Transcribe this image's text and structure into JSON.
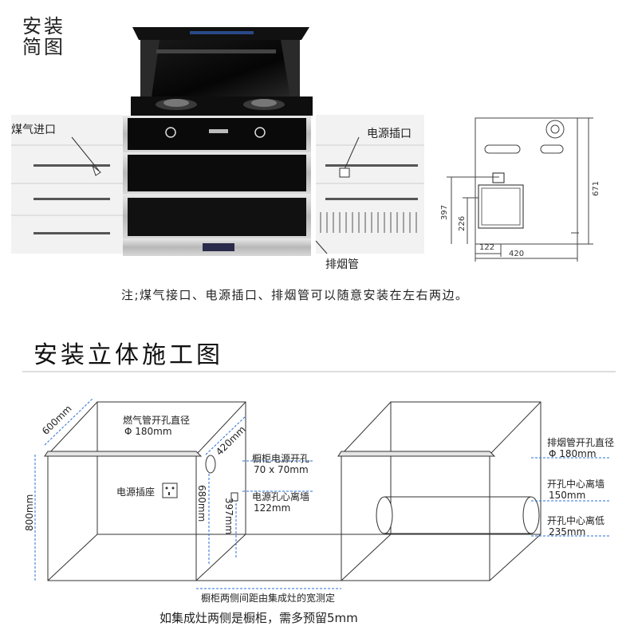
{
  "top_section": {
    "title": "安装简图",
    "labels": {
      "gas_inlet": "煤气进口",
      "power_socket": "电源插口",
      "exhaust_pipe": "排烟管"
    },
    "dimensions": {
      "height_397": "397",
      "height_226": "226",
      "height_671": "671",
      "width_122": "122",
      "width_420": "420"
    },
    "note": "注;煤气接口、电源插口、排烟管可以随意安装在左右两边。"
  },
  "bottom_section": {
    "title": "安装立体施工图",
    "left_cabinet": {
      "depth": "600mm",
      "height": "800mm",
      "gas_pipe_label": "燃气管开孔直径",
      "gas_pipe_value": "Φ 180mm",
      "dim_420": "420mm",
      "dim_680": "680mm",
      "dim_397": "397mm",
      "power_socket_label": "电源插座",
      "power_hole_label": "橱柜电源开孔",
      "power_hole_value": "70 x 70mm",
      "power_center_label": "电源孔心离墙",
      "power_center_value": "122mm"
    },
    "right_cabinet": {
      "exhaust_label": "排烟管开孔直径",
      "exhaust_value": "Φ 180mm",
      "wall_dist_label": "开孔中心离墙",
      "wall_dist_value": "150mm",
      "floor_dist_label": "开孔中心离低",
      "floor_dist_value": "235mm"
    },
    "gap_label": "橱柜两侧间距由集成灶的宽测定",
    "bottom_note": "如集成灶两侧是橱柜，需多预留5mm"
  }
}
